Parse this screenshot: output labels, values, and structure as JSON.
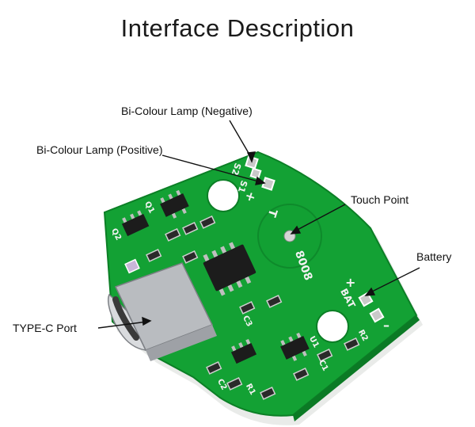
{
  "title": "Interface Description",
  "labels": {
    "bi_colour_negative": "Bi-Colour Lamp (Negative)",
    "bi_colour_positive": "Bi-Colour Lamp (Positive)",
    "touch_point": "Touch Point",
    "battery": "Battery",
    "type_c_port": "TYPE-C Port"
  },
  "silkscreen": {
    "s2": "S2",
    "s1": "S1",
    "t": "T",
    "bat": "BAT",
    "chip": "8008",
    "u1": "U1",
    "r2": "R2",
    "q1": "Q1",
    "q2": "Q2",
    "c1": "C1",
    "c2": "C2",
    "c3": "C3",
    "r1": "R1"
  },
  "colors": {
    "pcb": "#12a033",
    "pcb_dark": "#0b7a25",
    "silk": "#f2f2f2",
    "chip": "#1c1c1c",
    "pad": "#c9c9c9",
    "usb": "#b9bcc0"
  }
}
